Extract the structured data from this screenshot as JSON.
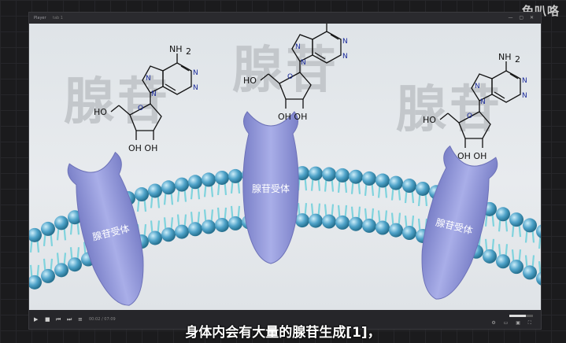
{
  "watermark": "兔叭咯",
  "player": {
    "title": "Player",
    "subtitle_tab": "tab 1",
    "window_controls": "— ▢ ✕",
    "timecode": "00:02 / 07:09"
  },
  "video": {
    "background_chars": [
      "腺苷",
      "腺苷",
      "腺苷"
    ],
    "receptor_label": "腺苷受体",
    "molecule": {
      "amine": "NH",
      "amine_sub": "2",
      "oh5": "HO",
      "oh_pair": "OH  OH",
      "n": "N",
      "o": "O"
    }
  },
  "subtitle": "身体内会有大量的腺苷生成[1]，",
  "colors": {
    "receptor": "#8c93d6",
    "lipid_head": "#4fa3c9",
    "lipid_tail": "#7fd3dd"
  }
}
